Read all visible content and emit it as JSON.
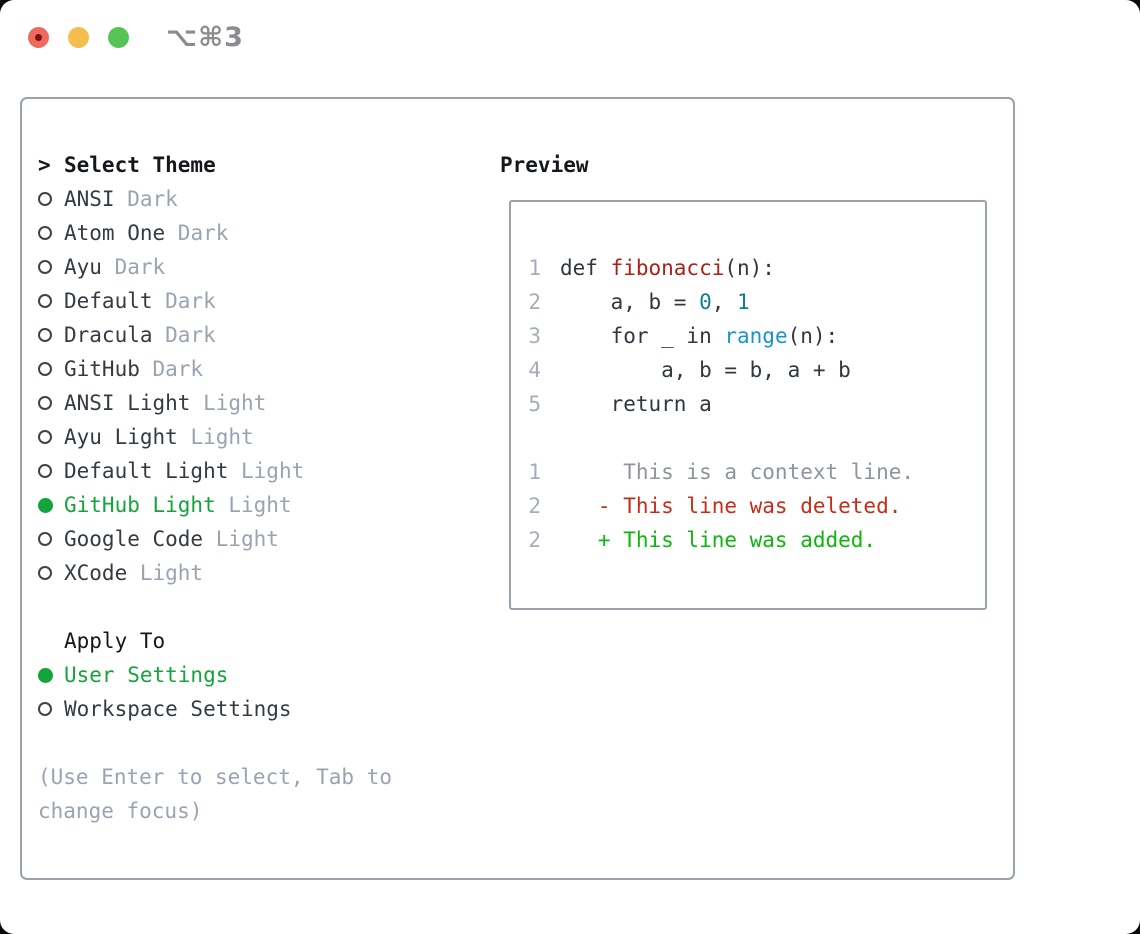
{
  "window": {
    "title": "⌥⌘3",
    "traffic_lights": [
      "close",
      "minimize",
      "zoom"
    ]
  },
  "colors": {
    "accent_green": "#13a43c",
    "added_green": "#0db50d",
    "deleted_red": "#c52d18",
    "function_red": "#ad2115",
    "number_teal": "#0e7f8d",
    "call_blue": "#1795cd",
    "muted_gray": "#9aa4b0",
    "border_gray": "#9aa3ad",
    "traffic_red": "#ee6a5e",
    "traffic_yellow": "#f5bd4b",
    "traffic_green": "#56c454"
  },
  "theme_picker": {
    "heading_prefix": ">",
    "heading": "Select Theme",
    "items": [
      {
        "name": "ANSI",
        "variant": "Dark",
        "selected": false
      },
      {
        "name": "Atom One",
        "variant": "Dark",
        "selected": false
      },
      {
        "name": "Ayu",
        "variant": "Dark",
        "selected": false
      },
      {
        "name": "Default",
        "variant": "Dark",
        "selected": false
      },
      {
        "name": "Dracula",
        "variant": "Dark",
        "selected": false
      },
      {
        "name": "GitHub",
        "variant": "Dark",
        "selected": false
      },
      {
        "name": "ANSI Light",
        "variant": "Light",
        "selected": false
      },
      {
        "name": "Ayu Light",
        "variant": "Light",
        "selected": false
      },
      {
        "name": "Default Light",
        "variant": "Light",
        "selected": false
      },
      {
        "name": "GitHub Light",
        "variant": "Light",
        "selected": true
      },
      {
        "name": "Google Code",
        "variant": "Light",
        "selected": false
      },
      {
        "name": "XCode",
        "variant": "Light",
        "selected": false
      }
    ],
    "apply_to": {
      "heading": "Apply To",
      "options": [
        {
          "label": "User Settings",
          "selected": true
        },
        {
          "label": "Workspace Settings",
          "selected": false
        }
      ]
    },
    "hint": "(Use Enter to select, Tab to change focus)"
  },
  "preview": {
    "heading": "Preview",
    "lines": [
      {
        "ln": "1",
        "segs": [
          [
            "def ",
            "fg"
          ],
          [
            "fibonacci",
            "func"
          ],
          [
            "(n):",
            "fg"
          ]
        ]
      },
      {
        "ln": "2",
        "segs": [
          [
            "    a, b = ",
            "fg"
          ],
          [
            "0",
            "num"
          ],
          [
            ", ",
            "fg"
          ],
          [
            "1",
            "num"
          ]
        ]
      },
      {
        "ln": "3",
        "segs": [
          [
            "    for _ in ",
            "fg"
          ],
          [
            "range",
            "call"
          ],
          [
            "(n):",
            "fg"
          ]
        ]
      },
      {
        "ln": "4",
        "segs": [
          [
            "        a, b = b, a + b",
            "fg"
          ]
        ]
      },
      {
        "ln": "5",
        "segs": [
          [
            "    return a",
            "fg"
          ]
        ]
      },
      {
        "ln": "",
        "segs": []
      },
      {
        "ln": "1",
        "segs": [
          [
            "     This is a context line.",
            "ctx"
          ]
        ]
      },
      {
        "ln": "2",
        "segs": [
          [
            "   - This line was deleted.",
            "del"
          ]
        ]
      },
      {
        "ln": "2",
        "segs": [
          [
            "   + This line was added.",
            "add"
          ]
        ]
      }
    ]
  }
}
